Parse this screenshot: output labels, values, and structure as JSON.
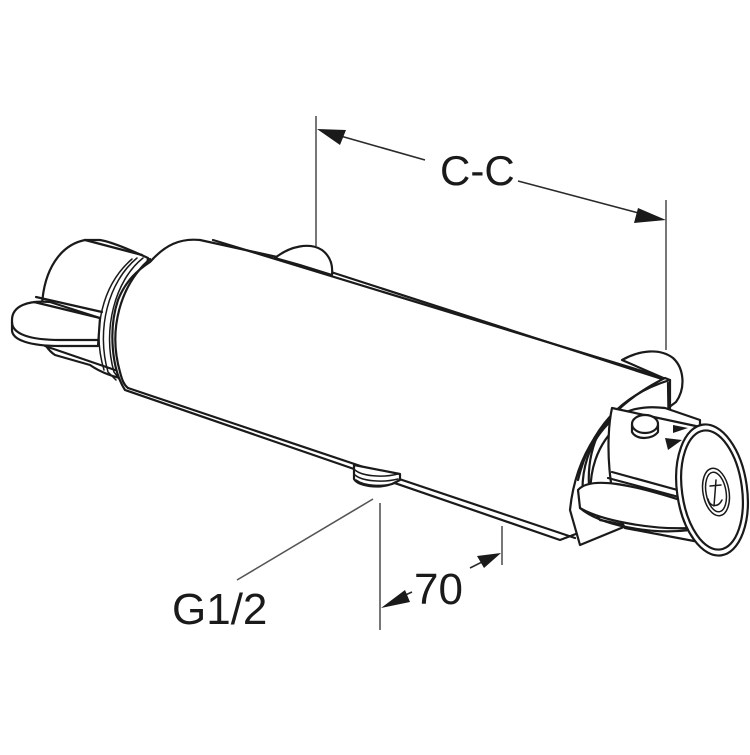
{
  "drawing": {
    "subject": "Thermostatic shower mixer valve",
    "view": "isometric line drawing",
    "dimensions": {
      "center_to_center": {
        "label": "C-C"
      },
      "depth": {
        "label": "70"
      },
      "outlet_thread": {
        "label": "G1/2"
      }
    },
    "colors": {
      "background": "#ffffff",
      "line": "#1a1a1a",
      "dimension_line": "#2a2a2a"
    }
  }
}
